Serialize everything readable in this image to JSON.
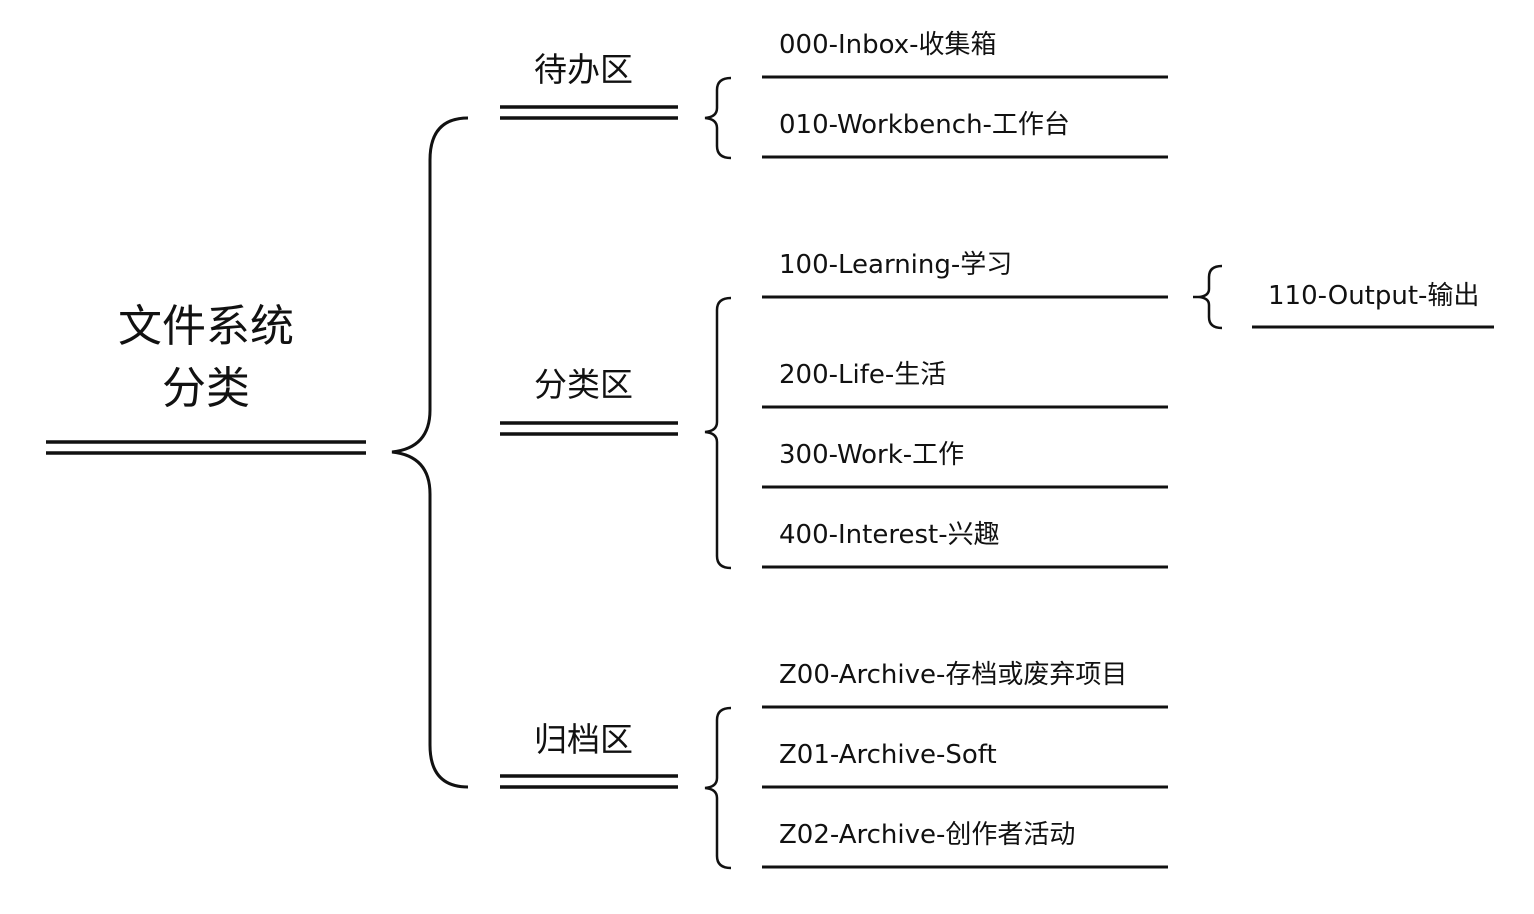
{
  "root": {
    "line1": "文件系统",
    "line2": "分类"
  },
  "zones": [
    {
      "label": "待办区",
      "items": [
        "000-Inbox-收集箱",
        "010-Workbench-工作台"
      ]
    },
    {
      "label": "分类区",
      "items": [
        "100-Learning-学习",
        "200-Life-生活",
        "300-Work-工作",
        "400-Interest-兴趣"
      ]
    },
    {
      "label": "归档区",
      "items": [
        "Z00-Archive-存档或废弃项目",
        "Z01-Archive-Soft",
        "Z02-Archive-创作者活动"
      ]
    }
  ],
  "sub": {
    "label": "110-Output-输出"
  }
}
